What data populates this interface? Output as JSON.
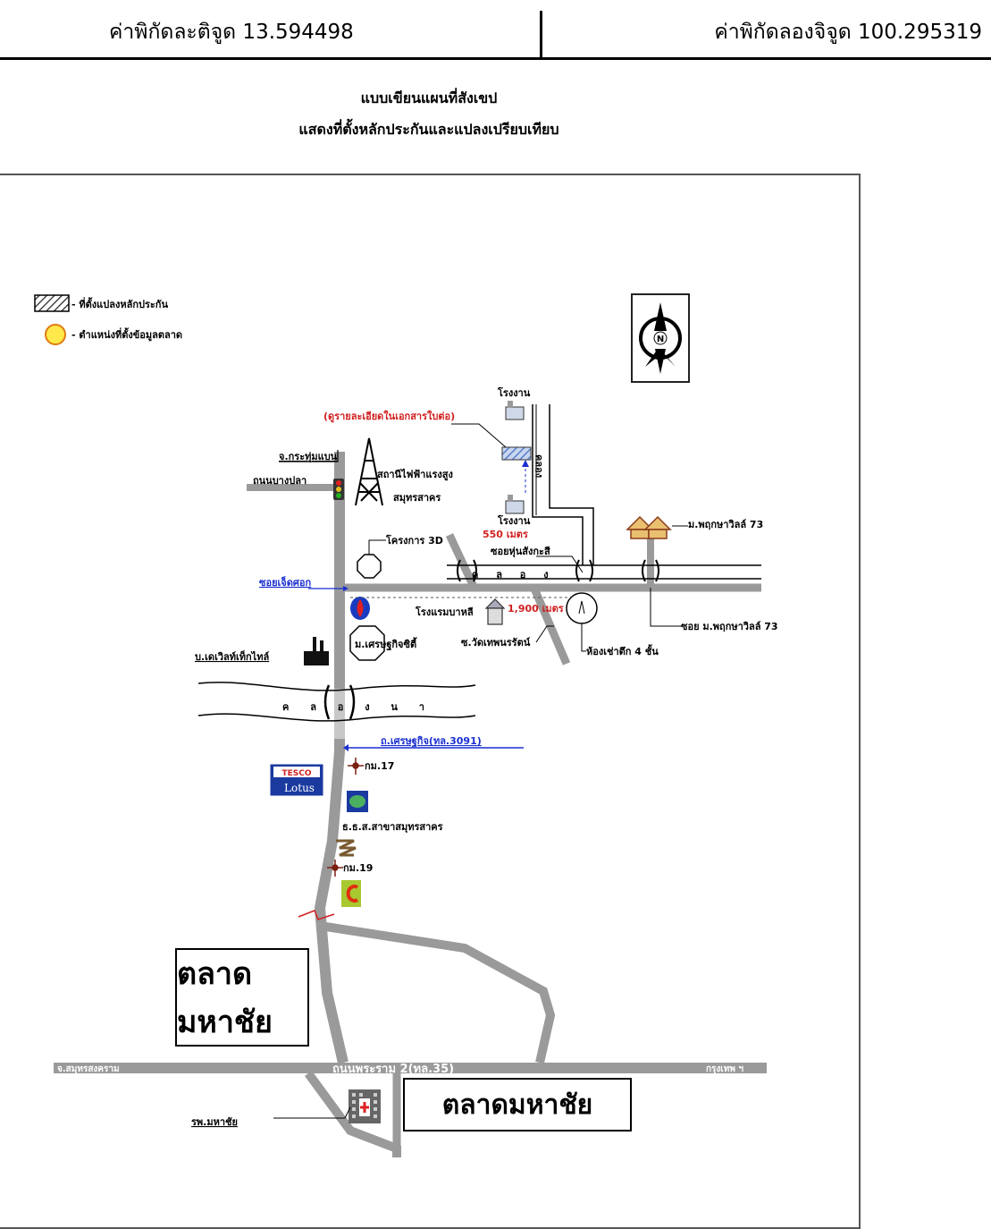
{
  "header": {
    "latitude": "ค่าพิกัดละติจูด 13.594498",
    "longitude": "ค่าพิกัดลองจิจูด 100.295319"
  },
  "titles": {
    "line1": "แบบเขียนแผนที่สังเขป",
    "line2": "แสดงที่ตั้งหลักประกันและแปลงเปรียบเทียบ"
  },
  "legend": {
    "collateral": "- ที่ตั้งแปลงหลักประกัน",
    "market": "- ตำแหน่งที่ตั้งข้อมูลตลาด"
  },
  "compass_letter": "N",
  "labels": {
    "see_details": "(ดูรายละเอียดในเอกสารใบต่อ)",
    "factory_top": "โรงงาน",
    "factory_mid": "โรงงาน",
    "dist_550": "550 เมตร",
    "krathum": "จ.กระทุ่มแบน",
    "bangpla": "ถนนบางปลา",
    "power_station_1": "สถานีไฟฟ้าแรงสูง",
    "power_station_2": "สมุทรสาคร",
    "canal_vertical": "คลอง",
    "pruksa": "ม.พฤกษาวิลล์ 73",
    "soi_hoon": "ซอยหุ่นสังกะสี",
    "project_3d": "โครงการ 3D",
    "soi_jed": "ซอยเจ็ดศอก",
    "canal_upper": "ค ล อ ง",
    "hotel": "โรงแรมบาหลี",
    "dist_1900": "1,900 เมตร",
    "soi_pruksa": "ซอย ม.พฤกษาวิลล์ 73",
    "settakit_city": "ม.เศรษฐกิจซิตี้",
    "wat_soi": "ซ.วัดเทพนรรัตน์",
    "dorm": "ห้องเช่าตึก 4 ชั้น",
    "dewitt": "บ.เดเวิลท์เท็กไทล์",
    "canal_lower": "ค ล อ ง น า",
    "main_road": "ถ.เศรษฐกิจ(ทล.3091)",
    "tesco": "TESCO",
    "lotus": "Lotus",
    "km17": "กม.17",
    "baac": "ธ.ธ.ส.สาขาสมุทรสาคร",
    "km19": "กม.19",
    "samut_songkhram": "จ.สมุทรสงคราม",
    "rama2": "ถนนพระราม 2(ทล.35)",
    "bangkok": "กรุงเทพ ฯ",
    "hospital": "รพ.มหาชัย",
    "market_left": "ตลาดมหาชัย",
    "market_right": "ตลาดมหาชัย"
  },
  "colors": {
    "road": "#9a9a9a",
    "annotation_red": "#d02020",
    "annotation_blue": "#1a2fd0",
    "market_marker": "#ffe94a",
    "collateral_hatch": "#5a80c8"
  }
}
